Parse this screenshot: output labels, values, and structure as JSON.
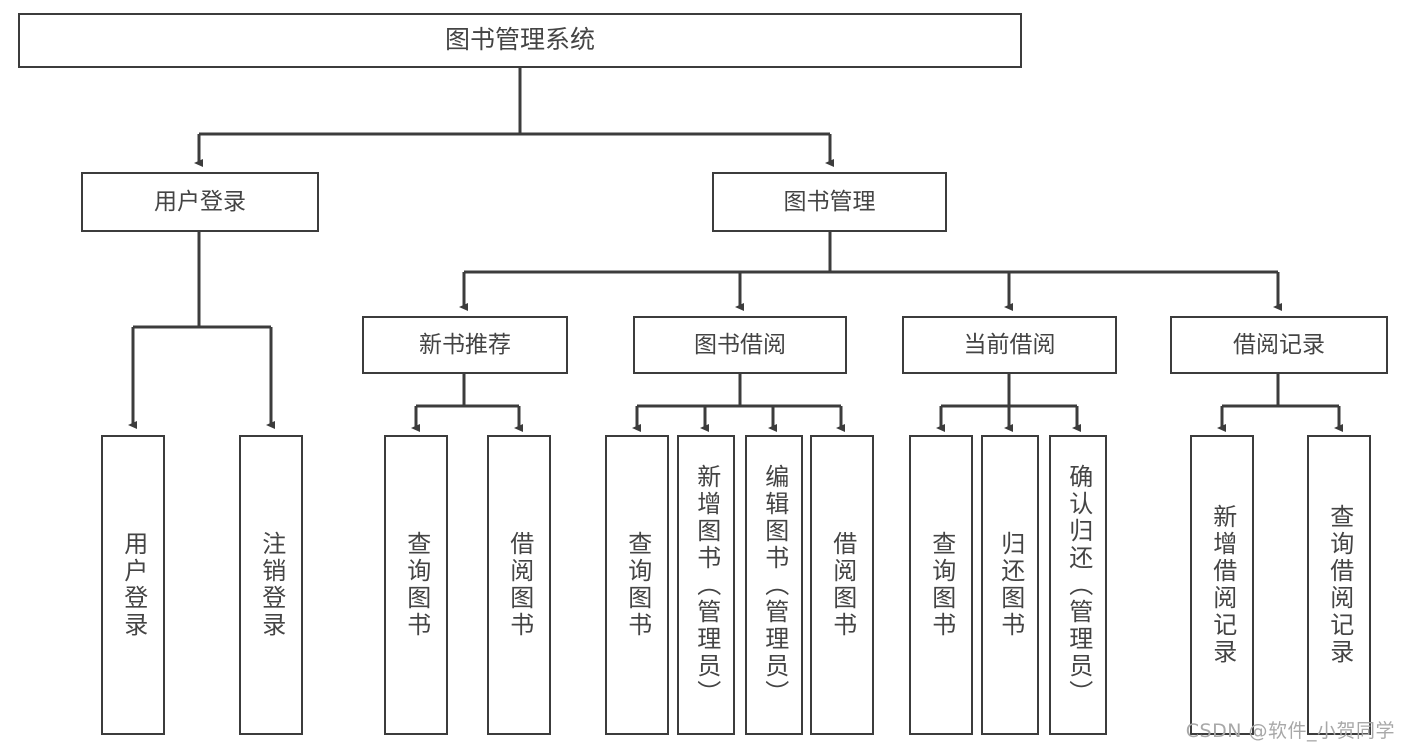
{
  "diagram": {
    "type": "tree-hierarchy",
    "title": "图书管理系统",
    "root": {
      "label": "图书管理系统"
    },
    "tier1": [
      {
        "label": "用户登录"
      },
      {
        "label": "图书管理"
      }
    ],
    "tier2": [
      {
        "label": "新书推荐"
      },
      {
        "label": "图书借阅"
      },
      {
        "label": "当前借阅"
      },
      {
        "label": "借阅记录"
      }
    ],
    "leaves": {
      "user_login": [
        {
          "label": "用户登录"
        },
        {
          "label": "注销登录"
        }
      ],
      "new_book_recommend": [
        {
          "label": "查询图书"
        },
        {
          "label": "借阅图书"
        }
      ],
      "book_borrow": [
        {
          "label": "查询图书"
        },
        {
          "label": "新增图书（管理员）"
        },
        {
          "label": "编辑图书（管理员）"
        },
        {
          "label": "借阅图书"
        }
      ],
      "current_borrow": [
        {
          "label": "查询图书"
        },
        {
          "label": "归还图书"
        },
        {
          "label": "确认归还（管理员）"
        }
      ],
      "borrow_record": [
        {
          "label": "新增借阅记录"
        },
        {
          "label": "查询借阅记录"
        }
      ]
    }
  },
  "watermark": {
    "text": "CSDN @软件_小贺同学"
  },
  "colors": {
    "background": "#ffffff",
    "border": "#3c3c3c",
    "text": "#444444",
    "connector": "#3c3c3c",
    "watermark": "#a8a8a8"
  }
}
